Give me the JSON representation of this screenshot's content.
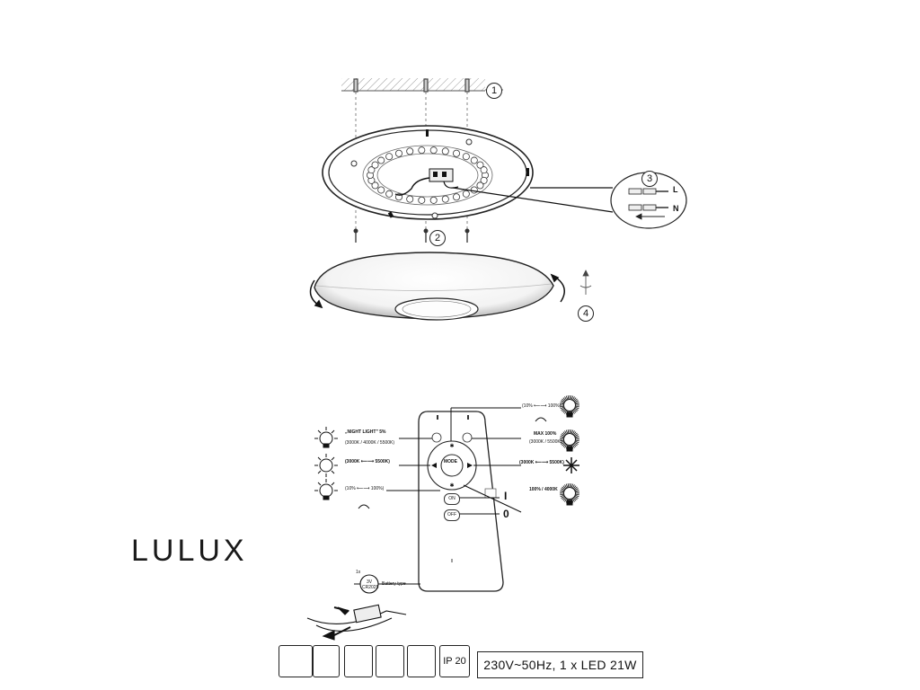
{
  "brand": "LULUX",
  "steps": {
    "s1": "1",
    "s2": "2",
    "s3": "3",
    "s4": "4"
  },
  "wiring": {
    "live": "L",
    "neutral": "N"
  },
  "remote": {
    "night_light": "„NIGHT LIGHT\" 5%",
    "night_cct": "(3000K / 4000K / 5500K)",
    "cct_left": "(3000K ⟵⟶ 5500K)",
    "dim_left": "(10% ⟵⟶ 100%)",
    "dim_top": "(10% ⟵⟶ 100%)",
    "max": "MAX 100%",
    "max_cct": "(3000K / 5500K)",
    "cct_right": "(3000K ⟵⟶ 5500K)",
    "preset": "100% / 4000K",
    "mode_label": "MODE",
    "on_label": "ON",
    "off_label": "OFF",
    "on_symbol": "I",
    "off_symbol": "0",
    "battery_count": "1x",
    "battery_spec": "3V CR2025",
    "battery_type": "Battery type"
  },
  "footer": {
    "ip": "IP 20",
    "spec": "230V~50Hz, 1 x LED  21W",
    "icons": [
      "no-insulation-cover-icon",
      "replaceable-light-source-icon",
      "class-ii-double-insulation-icon",
      "led-not-replaceable-icon",
      "no-household-waste-icon"
    ]
  }
}
